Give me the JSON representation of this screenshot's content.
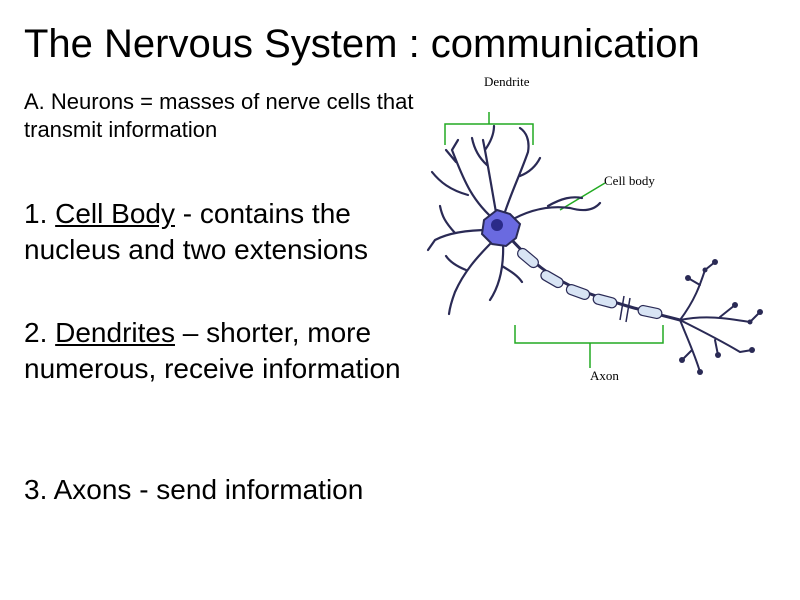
{
  "slide": {
    "title": "The Nervous System : communication",
    "subpoint": "A.  Neurons = masses of nerve cells that transmit information",
    "items": [
      {
        "number": "1. ",
        "term": "Cell Body",
        "description": " - contains the nucleus and two extensions"
      },
      {
        "number": "2. ",
        "term": "Dendrites",
        "description": " – shorter, more numerous, receive information"
      },
      {
        "number": "3.  ",
        "term": "",
        "description": "Axons - send information"
      }
    ]
  },
  "diagram": {
    "labels": {
      "dendrite": "Dendrite",
      "cell_body": "Cell body",
      "axon": "Axon"
    },
    "colors": {
      "leader": "#22aa22",
      "cell": "#6a6ae0",
      "nucleus": "#2a2a88",
      "myelin": "#d8e4f4",
      "outline": "#2a2a55"
    }
  }
}
